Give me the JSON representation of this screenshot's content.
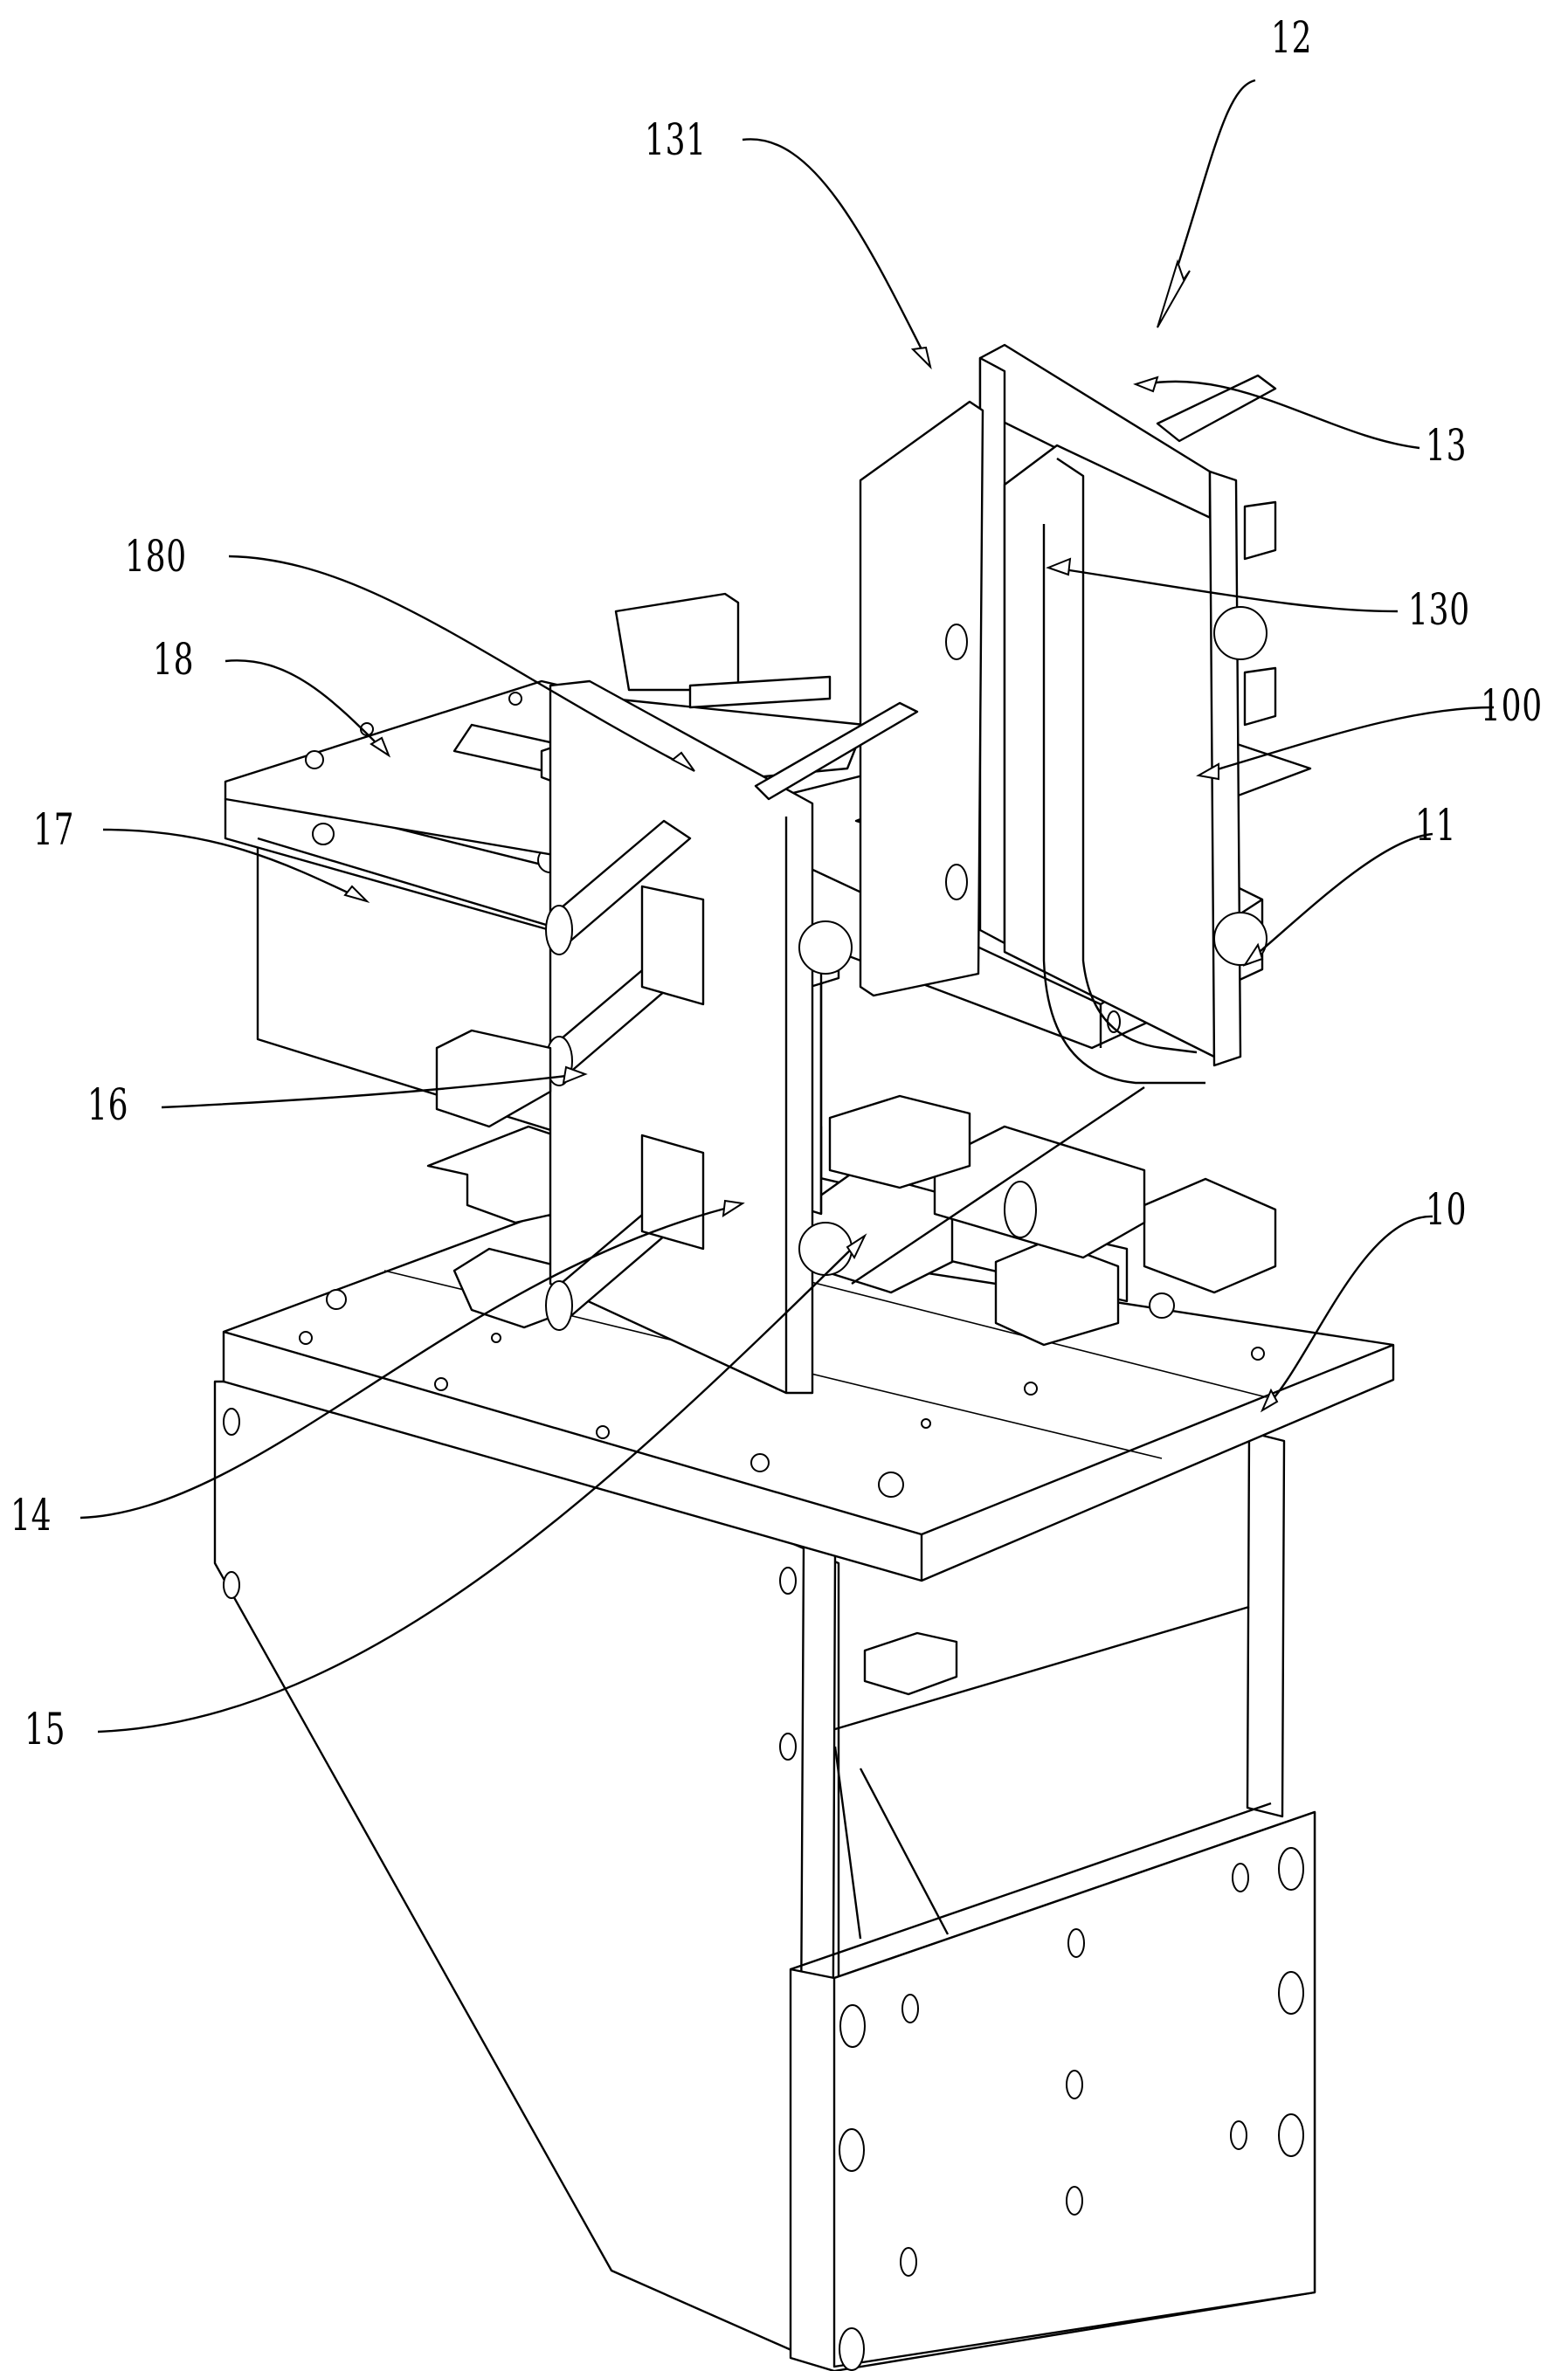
{
  "figure": {
    "type": "patent-drawing",
    "description": "Isometric exploded view of a fixture/press mechanism with reference numerals"
  },
  "labels": [
    {
      "id": "12",
      "text": "12"
    },
    {
      "id": "131",
      "text": "131"
    },
    {
      "id": "13",
      "text": "13"
    },
    {
      "id": "130",
      "text": "130"
    },
    {
      "id": "180",
      "text": "180"
    },
    {
      "id": "18",
      "text": "18"
    },
    {
      "id": "100",
      "text": "100"
    },
    {
      "id": "17",
      "text": "17"
    },
    {
      "id": "11",
      "text": "11"
    },
    {
      "id": "16",
      "text": "16"
    },
    {
      "id": "10",
      "text": "10"
    },
    {
      "id": "14",
      "text": "14"
    },
    {
      "id": "15",
      "text": "15"
    }
  ],
  "colors": {
    "line": "#000000",
    "background": "#ffffff"
  }
}
